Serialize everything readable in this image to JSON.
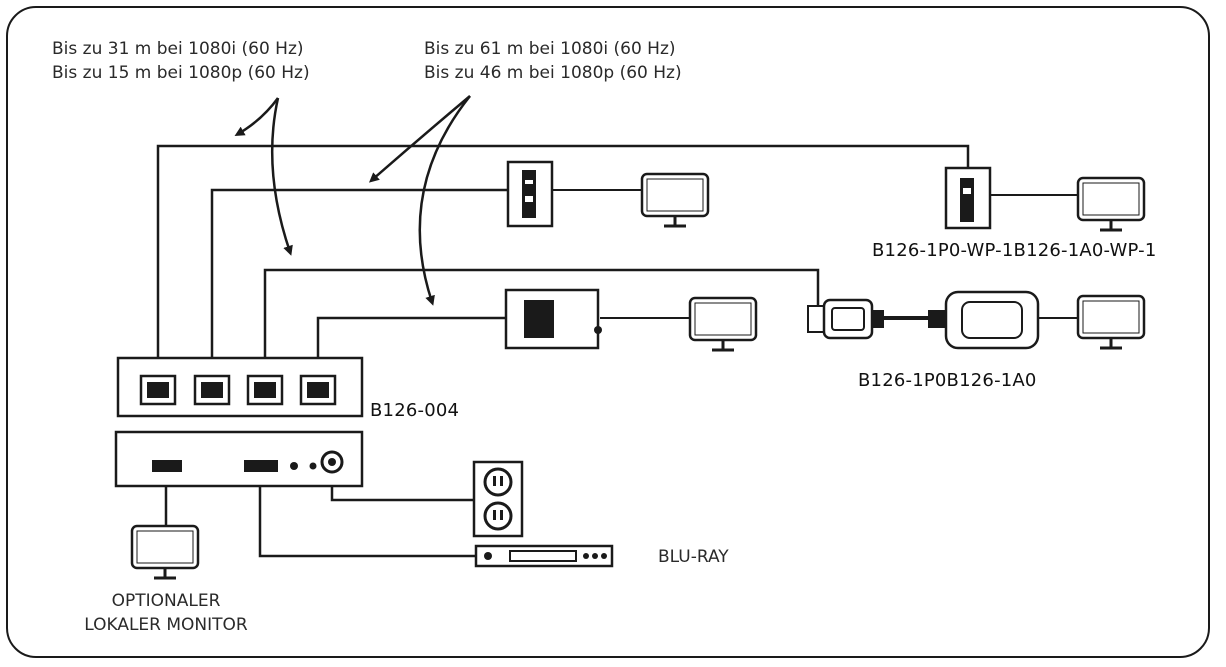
{
  "distances": {
    "left": {
      "line1": "Bis zu 31 m bei 1080i (60 Hz)",
      "line2": "Bis zu 15 m bei 1080p (60 Hz)"
    },
    "right": {
      "line1": "Bis zu 61 m bei 1080i (60 Hz)",
      "line2": "Bis zu 46 m bei 1080p (60 Hz)"
    }
  },
  "devices": {
    "switch": "B126-004",
    "wallplates": "B126-1P0-WP-1B126-1A0-WP-1",
    "adapters": "B126-1P0B126-1A0",
    "blu_ray": "BLU-RAY",
    "local_monitor_line1": "OPTIONALER",
    "local_monitor_line2": "LOKALER MONITOR"
  }
}
